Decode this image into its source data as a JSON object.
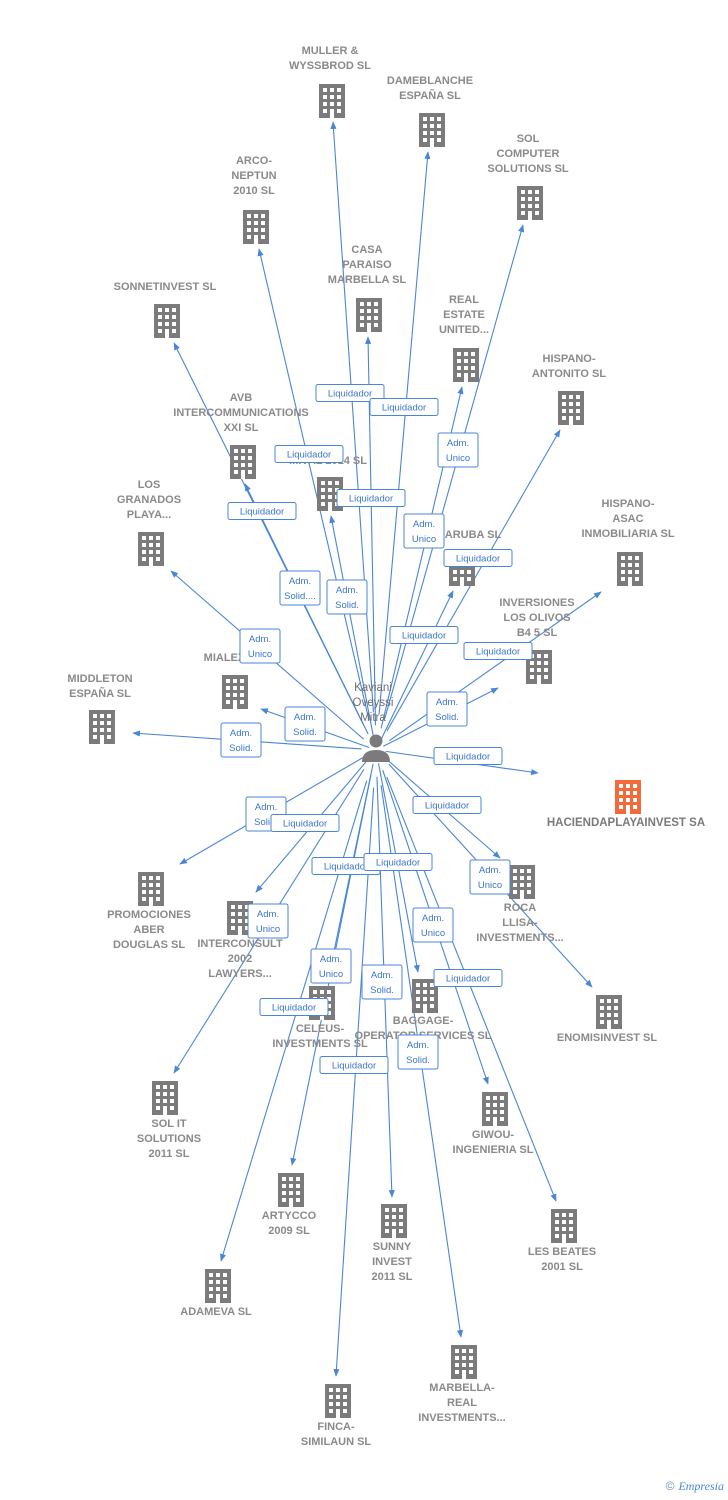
{
  "colors": {
    "edge": "#4a86d6",
    "building": "#7b7b7b",
    "focus": "#f26b3c",
    "person": "#7b7b7b"
  },
  "person": {
    "label_lines": [
      "Kaviani",
      "Oveyssi",
      "Mitra"
    ],
    "icon": "person-icon"
  },
  "focus_company": {
    "label_lines": [
      "HACIENDAPLAYAINVEST SA"
    ],
    "icon": "building-icon"
  },
  "companies": [
    {
      "id": "muller",
      "label_lines": [
        "MULLER &",
        "WYSSBROD SL"
      ]
    },
    {
      "id": "dameblanche",
      "label_lines": [
        "DAMEBLANCHE",
        "ESPAÑA SL"
      ]
    },
    {
      "id": "sol-computer",
      "label_lines": [
        "SOL",
        "COMPUTER",
        "SOLUTIONS SL"
      ]
    },
    {
      "id": "arco",
      "label_lines": [
        "ARCO-",
        "NEPTUN",
        "2010 SL"
      ]
    },
    {
      "id": "casa-paraiso",
      "label_lines": [
        "CASA",
        "PARAISO",
        "MARBELLA SL"
      ]
    },
    {
      "id": "sonnetinvest",
      "label_lines": [
        "SONNETINVEST SL"
      ]
    },
    {
      "id": "real-estate",
      "label_lines": [
        "REAL",
        "ESTATE",
        "UNITED..."
      ]
    },
    {
      "id": "hispano-antonito",
      "label_lines": [
        "HISPANO-",
        "ANTONITO  SL"
      ]
    },
    {
      "id": "avb",
      "label_lines": [
        "AVB",
        "INTERCOMMUNICATIONS",
        "XXI SL"
      ]
    },
    {
      "id": "mival",
      "label_lines": [
        "MIVAL 2014  SL"
      ]
    },
    {
      "id": "los-granados",
      "label_lines": [
        "LOS",
        "GRANADOS",
        "PLAYA..."
      ]
    },
    {
      "id": "hispano-asac",
      "label_lines": [
        "HISPANO-",
        "ASAC",
        "INMOBILIARIA SL"
      ]
    },
    {
      "id": "aruba",
      "label_lines": [
        "ARUBA SL"
      ]
    },
    {
      "id": "inversiones",
      "label_lines": [
        "INVERSIONES",
        "LOS OLIVOS",
        "B4  5  SL"
      ]
    },
    {
      "id": "mialex",
      "label_lines": [
        "MIALEX SL"
      ]
    },
    {
      "id": "middleton",
      "label_lines": [
        "MIDDLETON",
        "ESPAÑA SL"
      ]
    },
    {
      "id": "promociones",
      "label_lines": [
        "PROMOCIONES",
        "ABER",
        "DOUGLAS SL"
      ]
    },
    {
      "id": "interconsult",
      "label_lines": [
        "INTERCONSULT",
        "2002",
        "LAWYERS..."
      ]
    },
    {
      "id": "roca",
      "label_lines": [
        "ROCA",
        "LLISA-",
        "INVESTMENTS..."
      ]
    },
    {
      "id": "enomisinvest",
      "label_lines": [
        "ENOMISINVEST SL"
      ]
    },
    {
      "id": "celeus",
      "label_lines": [
        "CELEUS-",
        "INVESTMENTS SL"
      ]
    },
    {
      "id": "baggage",
      "label_lines": [
        "BAGGAGE-",
        "OPERATOR SERVICES SL"
      ]
    },
    {
      "id": "sol-it",
      "label_lines": [
        "SOL IT",
        "SOLUTIONS",
        "2011 SL"
      ]
    },
    {
      "id": "giwou",
      "label_lines": [
        "GIWOU-",
        "INGENIERIA SL"
      ]
    },
    {
      "id": "artycco",
      "label_lines": [
        "ARTYCCO",
        "2009 SL"
      ]
    },
    {
      "id": "sunny",
      "label_lines": [
        "SUNNY",
        "INVEST",
        "2011 SL"
      ]
    },
    {
      "id": "les-beates",
      "label_lines": [
        "LES BEATES",
        "2001  SL"
      ]
    },
    {
      "id": "adameva",
      "label_lines": [
        "ADAMEVA SL"
      ]
    },
    {
      "id": "marbella-real",
      "label_lines": [
        "MARBELLA-",
        "REAL",
        "INVESTMENTS..."
      ]
    },
    {
      "id": "finca",
      "label_lines": [
        "FINCA-",
        "SIMILAUN SL"
      ]
    }
  ],
  "relation_badges": [
    {
      "target": "muller",
      "lines": [
        "Liquidador"
      ]
    },
    {
      "target": "dameblanche",
      "lines": [
        "Liquidador"
      ]
    },
    {
      "target": "arco",
      "lines": [
        "Liquidador"
      ]
    },
    {
      "target": "mival",
      "lines": [
        "Liquidador"
      ]
    },
    {
      "target": "sonnetinvest",
      "lines": [
        "Liquidador"
      ]
    },
    {
      "target": "sol-computer",
      "lines": [
        "Adm.",
        "Unico"
      ]
    },
    {
      "target": "real-estate",
      "lines": [
        "Adm.",
        "Unico"
      ]
    },
    {
      "target": "hispano-antonito",
      "lines": [
        "Liquidador"
      ]
    },
    {
      "target": "avb",
      "lines": [
        "Adm.",
        "Solid...."
      ]
    },
    {
      "target": "casa-paraiso",
      "lines": [
        "Adm.",
        "Solid."
      ]
    },
    {
      "target": "aruba",
      "lines": [
        "Liquidador"
      ]
    },
    {
      "target": "hispano-asac",
      "lines": [
        "Liquidador"
      ]
    },
    {
      "target": "los-granados",
      "lines": [
        "Adm.",
        "Unico"
      ]
    },
    {
      "target": "inversiones",
      "lines": [
        "Adm.",
        "Solid."
      ]
    },
    {
      "target": "mialex",
      "lines": [
        "Adm.",
        "Solid."
      ]
    },
    {
      "target": "middleton",
      "lines": [
        "Adm.",
        "Solid."
      ]
    },
    {
      "target": "focus",
      "lines": [
        "Liquidador"
      ]
    },
    {
      "target": "roca",
      "lines": [
        "Liquidador"
      ]
    },
    {
      "target": "promociones",
      "lines": [
        "Adm.",
        "Solid."
      ]
    },
    {
      "target": "interconsult",
      "lines": [
        "Liquidador"
      ]
    },
    {
      "target": "celeus",
      "lines": [
        "Liquidador"
      ]
    },
    {
      "target": "baggage",
      "lines": [
        "Liquidador"
      ]
    },
    {
      "target": "enomisinvest",
      "lines": [
        "Adm.",
        "Unico"
      ]
    },
    {
      "target": "sol-it",
      "lines": [
        "Adm.",
        "Unico"
      ]
    },
    {
      "target": "giwou",
      "lines": [
        "Adm.",
        "Unico"
      ]
    },
    {
      "target": "artycco",
      "lines": [
        "Adm.",
        "Unico"
      ]
    },
    {
      "target": "sunny",
      "lines": [
        "Adm.",
        "Solid."
      ]
    },
    {
      "target": "les-beates",
      "lines": [
        "Liquidador"
      ]
    },
    {
      "target": "adameva",
      "lines": [
        "Liquidador"
      ]
    },
    {
      "target": "marbella-real",
      "lines": [
        "Adm.",
        "Solid."
      ]
    },
    {
      "target": "finca",
      "lines": [
        "Liquidador"
      ]
    }
  ],
  "footer": {
    "copyright": "©",
    "brand": "Empresia"
  }
}
